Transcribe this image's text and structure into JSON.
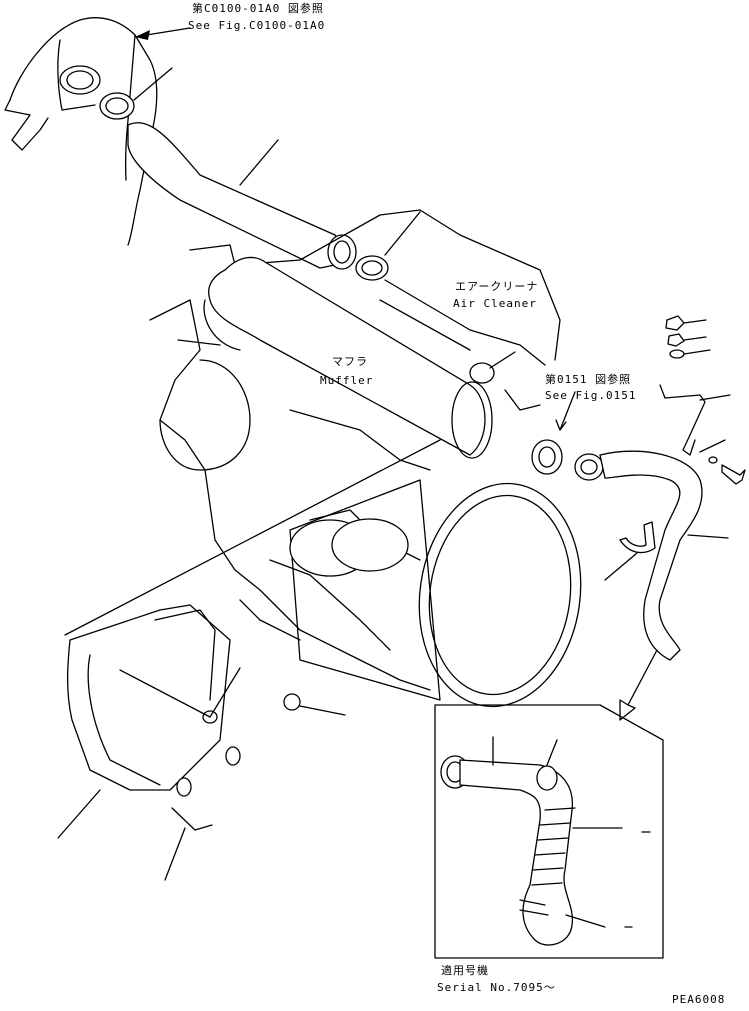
{
  "labels": {
    "ref_top_jp": "第C0100-01A0 図参照",
    "ref_top_en": "See Fig.C0100-01A0",
    "air_cleaner_jp": "エアークリーナ",
    "air_cleaner_en": "Air Cleaner",
    "muffler_jp": "マフラ",
    "muffler_en": "Muffler",
    "ref_mid_jp": "第0151 図参照",
    "ref_mid_en": "See Fig.0151",
    "serial_jp": "適用号機",
    "serial_en": "Serial No.7095～",
    "drawing_code": "PEA6008"
  }
}
